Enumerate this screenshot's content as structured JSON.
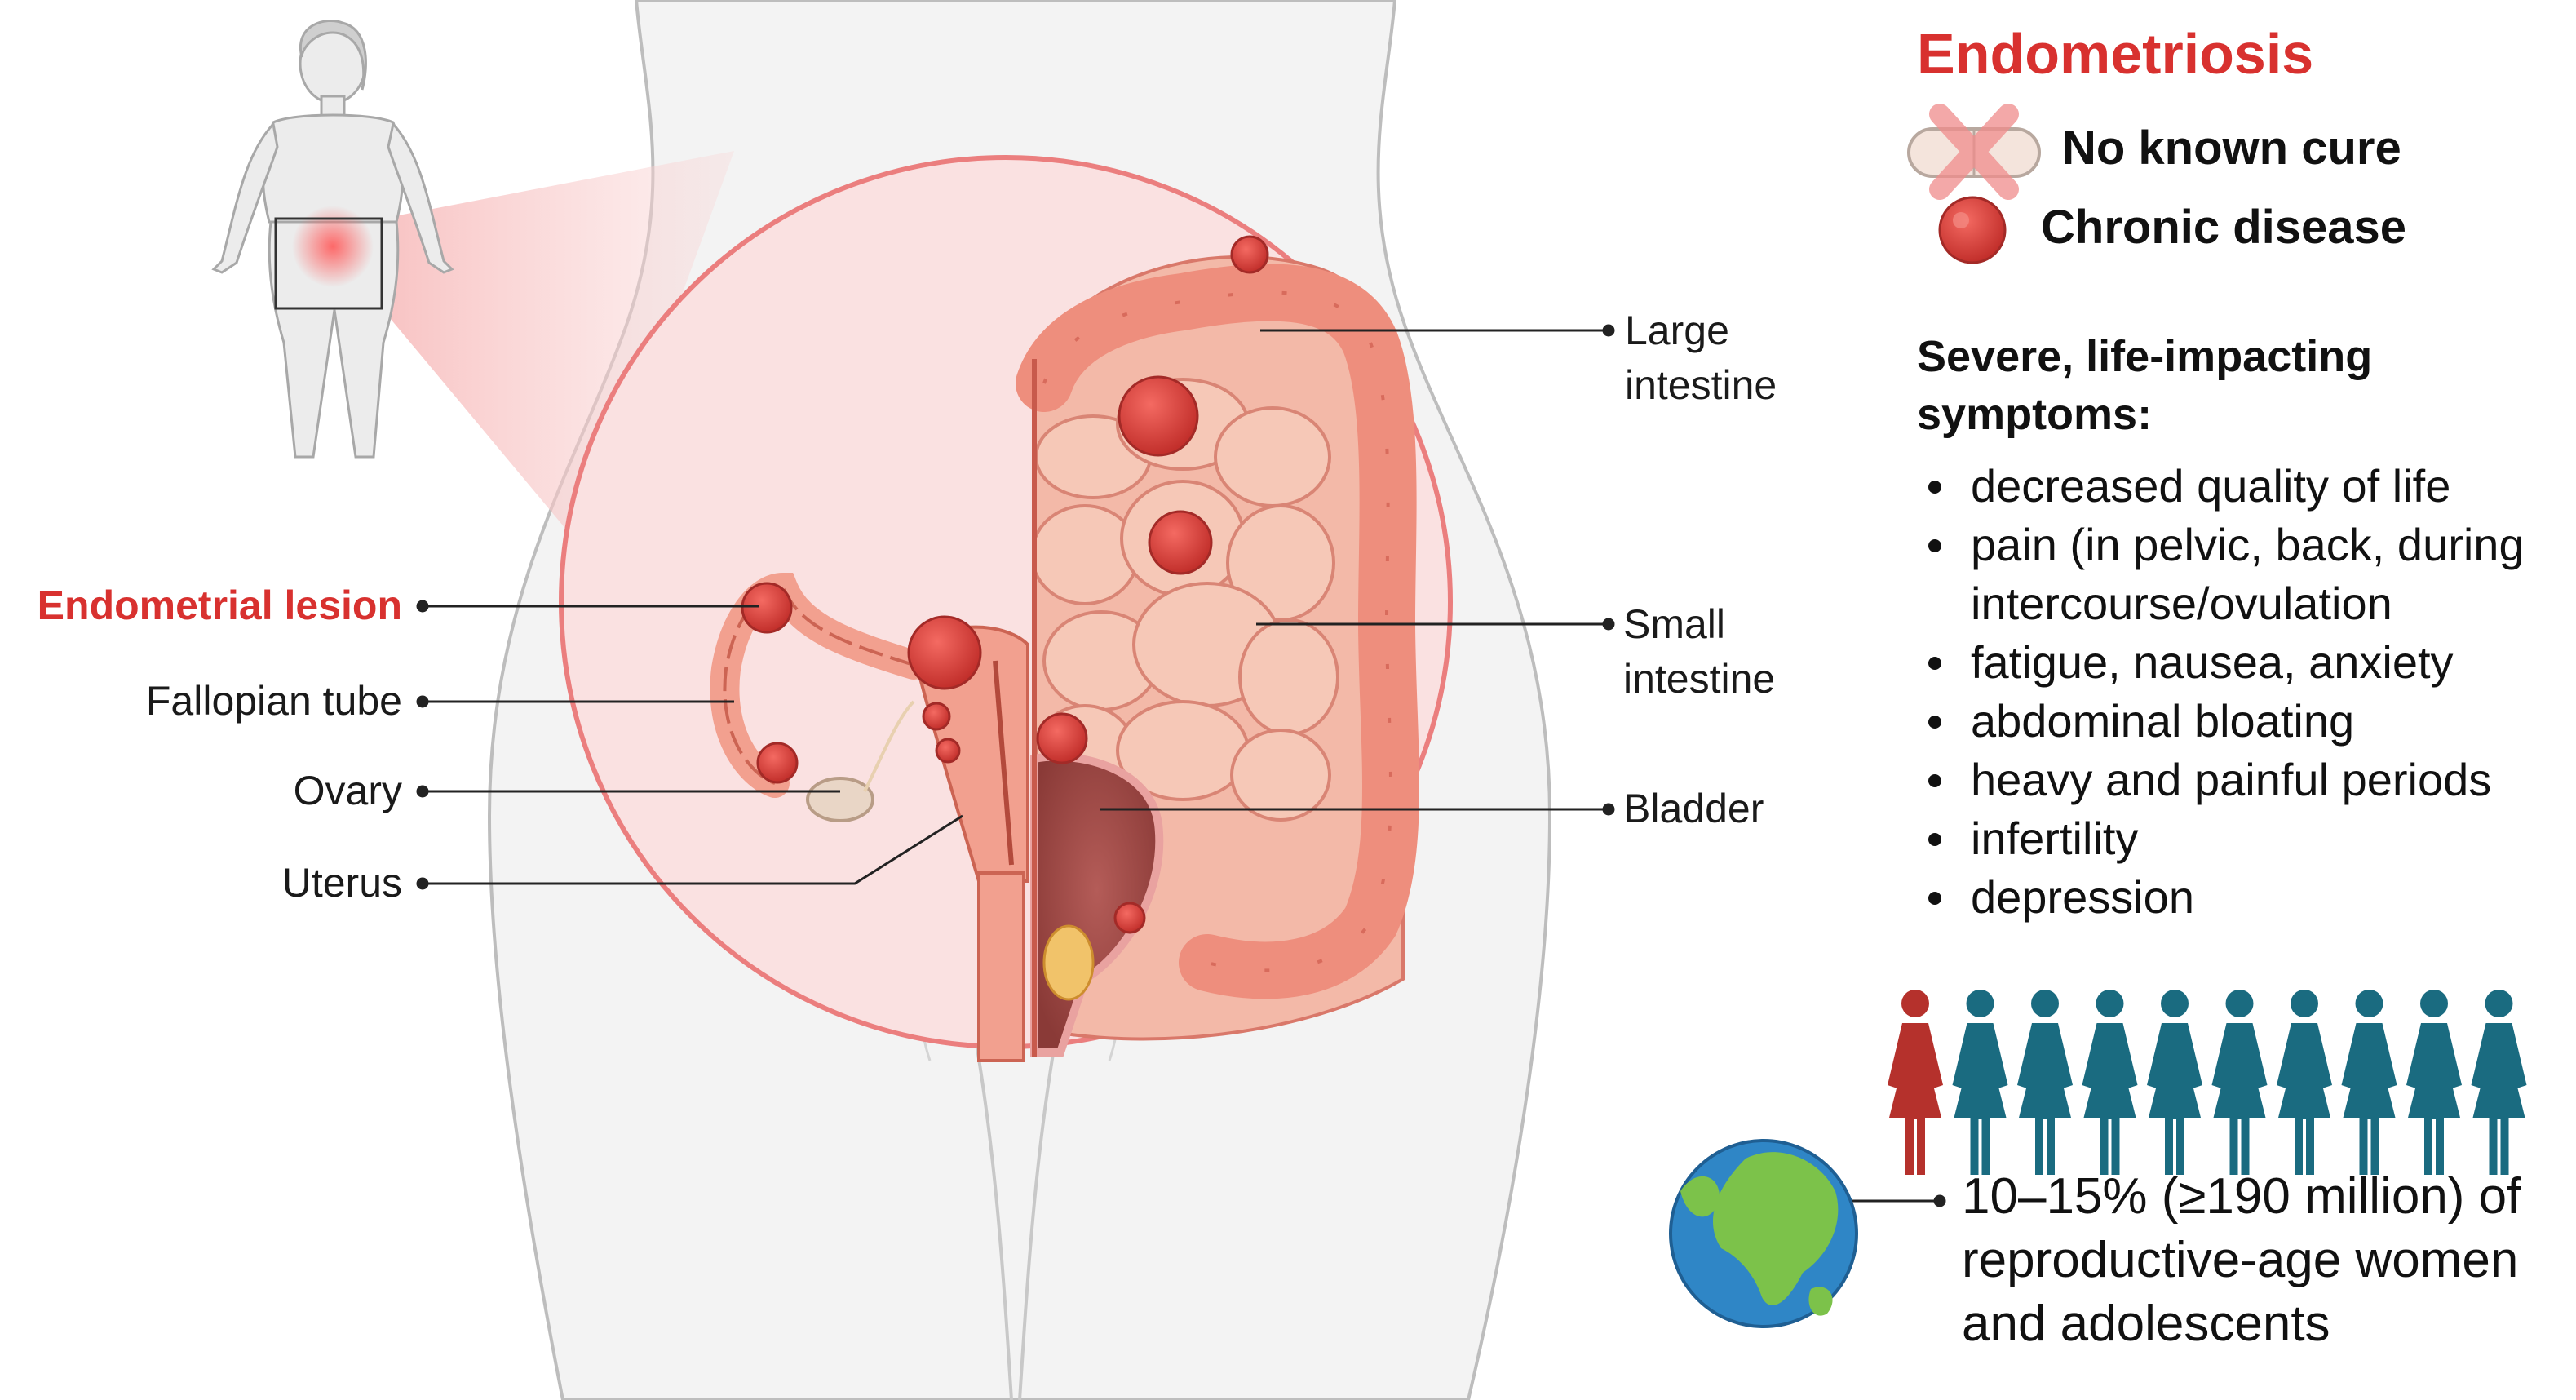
{
  "title": "Endometriosis",
  "features": [
    {
      "label": "No known cure",
      "icon": "crossed-pill-icon"
    },
    {
      "label": "Chronic disease",
      "icon": "lesion-icon"
    }
  ],
  "symptoms": {
    "title_line1": "Severe, life-impacting",
    "title_line2": "symptoms:",
    "items": [
      "decreased quality of life",
      "pain (in pelvic, back, during",
      "intercourse/ovulation",
      "fatigue, nausea, anxiety",
      "abdominal bloating",
      "heavy and painful periods",
      "infertility",
      "depression"
    ]
  },
  "anatomy_labels": {
    "endometrial_lesion": "Endometrial lesion",
    "fallopian_tube": "Fallopian tube",
    "ovary": "Ovary",
    "uterus": "Uterus",
    "large_intestine_1": "Large",
    "large_intestine_2": "intestine",
    "small_intestine_1": "Small",
    "small_intestine_2": "intestine",
    "bladder": "Bladder"
  },
  "prevalence": {
    "line1": "10–15% (≥190 million) of",
    "line2": "reproductive-age women",
    "line3": "and adolescents",
    "affected_count": 1,
    "total_count": 10
  },
  "colors": {
    "accent": "#d8312f",
    "affected_figure": "#b5312c",
    "unaffected_figure": "#1a6b80",
    "tissue": "#f09a8c",
    "lesion": "#d9433e",
    "earth_ocean": "#2f86c6",
    "earth_land": "#7cc24a"
  }
}
